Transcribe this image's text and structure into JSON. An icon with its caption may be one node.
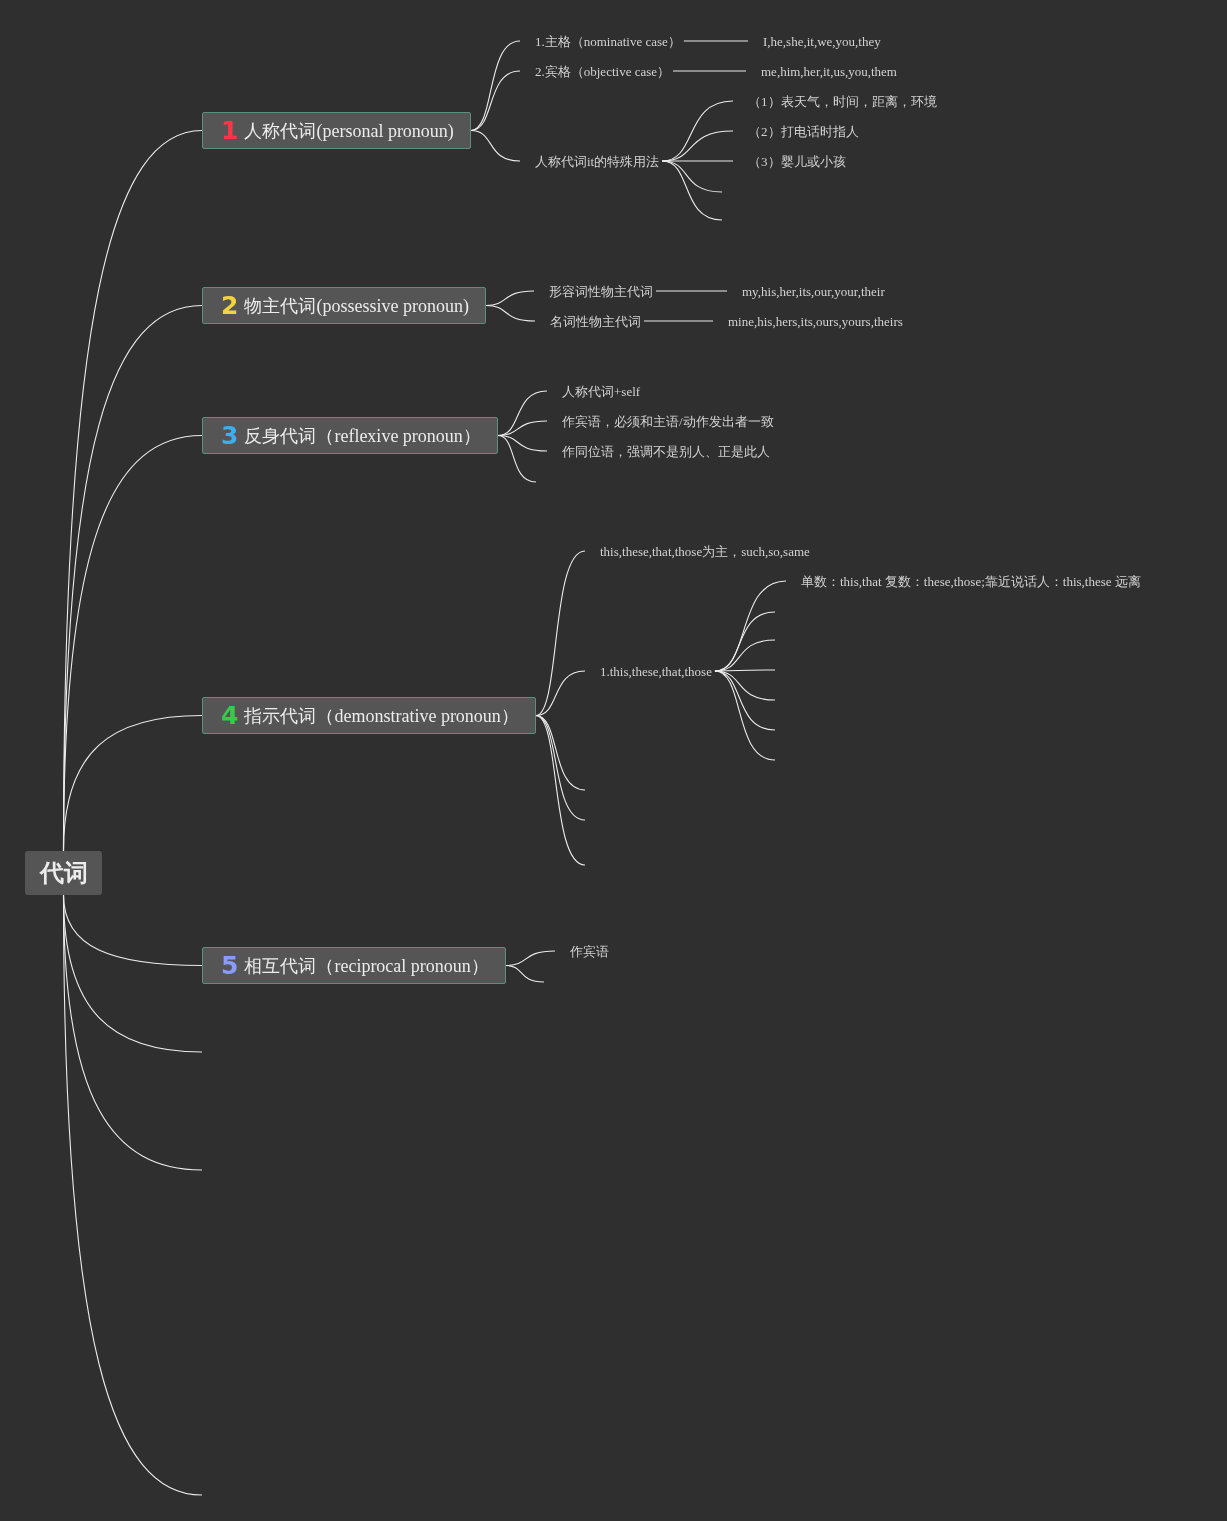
{
  "diagram": {
    "nodes": [
      {
        "text": [
          "代词"
        ]
      },
      {
        "text": [
          "1",
          "人称代词(personal pronoun)"
        ]
      },
      {
        "text": [
          "1.主格（nominative case）"
        ]
      },
      {
        "text": [
          "I,he,she,it,we,you,they"
        ]
      },
      {
        "text": [
          "2.宾格（objective case）"
        ]
      },
      {
        "text": [
          "me,him,her,it,us,you,them"
        ]
      },
      {
        "text": [
          "人称代词it的特殊用法"
        ]
      },
      {
        "text": [
          "（1）表天气，时间，距离，环境"
        ]
      },
      {
        "text": [
          "（2）打电话时指人"
        ]
      },
      {
        "text": [
          "（3）婴儿或小孩"
        ]
      },
      {
        "text": [
          "2",
          "物主代词(possessive pronoun)"
        ]
      },
      {
        "text": [
          "形容词性物主代词"
        ]
      },
      {
        "text": [
          "my,his,her,its,our,your,their"
        ]
      },
      {
        "text": [
          "名词性物主代词"
        ]
      },
      {
        "text": [
          "mine,his,hers,its,ours,yours,theirs"
        ]
      },
      {
        "text": [
          "3",
          "反身代词（reflexive pronoun）"
        ]
      },
      {
        "text": [
          "人称代词+self"
        ]
      },
      {
        "text": [
          "作宾语，必须和主语/动作发出者一致"
        ]
      },
      {
        "text": [
          "作同位语，强调不是别人、正是此人"
        ]
      },
      {
        "text": [
          "4",
          "指示代词（demonstrative pronoun）"
        ]
      },
      {
        "text": [
          "this,these,that,those为主，such,so,same"
        ]
      },
      {
        "text": [
          "1.this,these,that,those"
        ]
      },
      {
        "text": [
          "单数：this,that 复数：these,those;靠近说话人：this,these 远离"
        ]
      },
      {
        "text": [
          "5",
          "相互代词（reciprocal pronoun）"
        ]
      },
      {
        "text": [
          "作宾语"
        ]
      }
    ],
    "edges": [
      {
        "from": 0,
        "to": 1,
        "arrow": "none"
      },
      {
        "from": 0,
        "to": 10,
        "arrow": "none"
      },
      {
        "from": 0,
        "to": 15,
        "arrow": "none"
      },
      {
        "from": 0,
        "to": 19,
        "arrow": "none"
      },
      {
        "from": 0,
        "to": 23,
        "arrow": "none"
      },
      {
        "from": 0,
        "to": null,
        "arrow": "none"
      },
      {
        "from": 0,
        "to": null,
        "arrow": "none"
      },
      {
        "from": 0,
        "to": null,
        "arrow": "none"
      },
      {
        "from": 1,
        "to": 2,
        "arrow": "none"
      },
      {
        "from": 1,
        "to": 4,
        "arrow": "none"
      },
      {
        "from": 1,
        "to": 6,
        "arrow": "none"
      },
      {
        "from": 2,
        "to": 3,
        "arrow": "none"
      },
      {
        "from": 4,
        "to": 5,
        "arrow": "none"
      },
      {
        "from": 6,
        "to": 7,
        "arrow": "none"
      },
      {
        "from": 6,
        "to": 8,
        "arrow": "none"
      },
      {
        "from": 6,
        "to": 9,
        "arrow": "none"
      },
      {
        "from": 6,
        "to": null,
        "arrow": "none"
      },
      {
        "from": 6,
        "to": null,
        "arrow": "none"
      },
      {
        "from": 10,
        "to": 11,
        "arrow": "none"
      },
      {
        "from": 10,
        "to": 13,
        "arrow": "none"
      },
      {
        "from": 11,
        "to": 12,
        "arrow": "none"
      },
      {
        "from": 13,
        "to": 14,
        "arrow": "none"
      },
      {
        "from": 15,
        "to": 16,
        "arrow": "none"
      },
      {
        "from": 15,
        "to": 17,
        "arrow": "none"
      },
      {
        "from": 15,
        "to": 18,
        "arrow": "none"
      },
      {
        "from": 15,
        "to": null,
        "arrow": "none"
      },
      {
        "from": 19,
        "to": 20,
        "arrow": "none"
      },
      {
        "from": 19,
        "to": 21,
        "arrow": "none"
      },
      {
        "from": 19,
        "to": null,
        "arrow": "none"
      },
      {
        "from": 19,
        "to": null,
        "arrow": "none"
      },
      {
        "from": 19,
        "to": null,
        "arrow": "none"
      },
      {
        "from": 21,
        "to": 22,
        "arrow": "none"
      },
      {
        "from": 21,
        "to": null,
        "arrow": "none"
      },
      {
        "from": 21,
        "to": null,
        "arrow": "none"
      },
      {
        "from": 21,
        "to": null,
        "arrow": "none"
      },
      {
        "from": 21,
        "to": null,
        "arrow": "none"
      },
      {
        "from": 21,
        "to": null,
        "arrow": "none"
      },
      {
        "from": 21,
        "to": null,
        "arrow": "none"
      },
      {
        "from": 23,
        "to": 24,
        "arrow": "none"
      },
      {
        "from": 23,
        "to": null,
        "arrow": "none"
      }
    ]
  }
}
